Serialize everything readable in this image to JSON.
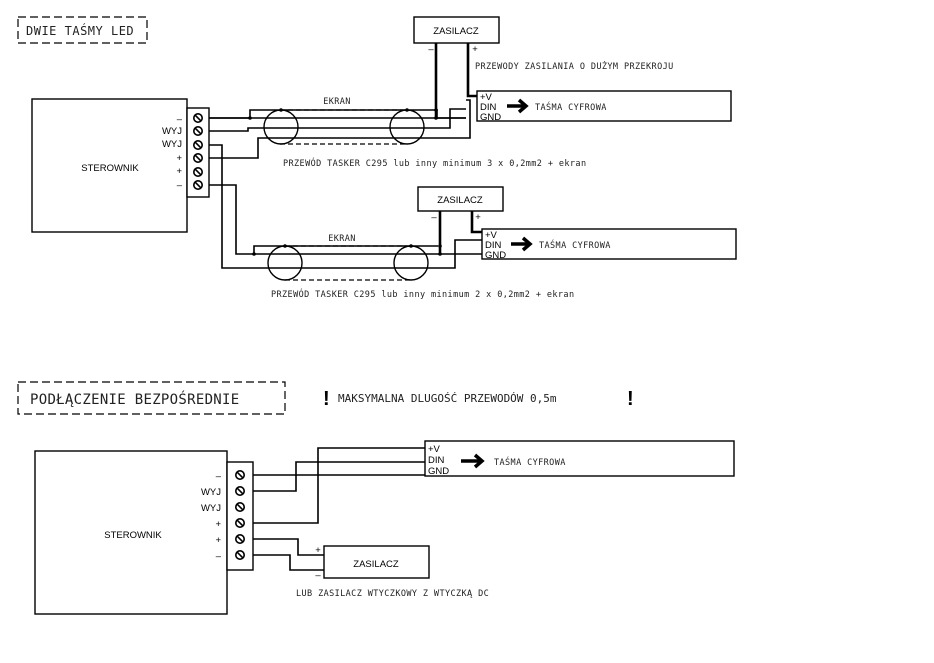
{
  "section1": {
    "title": "DWIE TAŚMY LED",
    "controller": {
      "label": "STEROWNIK",
      "terminals": [
        "–",
        "WYJ",
        "WYJ",
        "+",
        "+",
        "–"
      ]
    },
    "strip1": {
      "pins": [
        "+V",
        "DIN",
        "GND"
      ],
      "label": "TAŚMA CYFROWA",
      "psu_label": "ZASILACZ",
      "psu_minus": "–",
      "psu_plus": "+",
      "power_note": "PRZEWODY ZASILANIA O DUŻYM PRZEKROJU",
      "shield_label": "EKRAN",
      "cable_note": "PRZEWÓD TASKER C295 lub inny minimum 3 x 0,2mm2 + ekran"
    },
    "strip2": {
      "pins": [
        "+V",
        "DIN",
        "GND"
      ],
      "label": "TAŚMA CYFROWA",
      "psu_label": "ZASILACZ",
      "psu_minus": "–",
      "psu_plus": "+",
      "shield_label": "EKRAN",
      "cable_note": "PRZEWÓD TASKER C295 lub inny minimum 2 x 0,2mm2 + ekran"
    }
  },
  "section2": {
    "title": "PODŁĄCZENIE BEZPOŚREDNIE",
    "warning_mark": "!",
    "warning": "MAKSYMALNA DLUGOŚĆ PRZEWODÓW 0,5m",
    "controller": {
      "label": "STEROWNIK",
      "terminals": [
        "–",
        "WYJ",
        "WYJ",
        "+",
        "+",
        "–"
      ]
    },
    "strip": {
      "pins": [
        "+V",
        "DIN",
        "GND"
      ],
      "label": "TAŚMA CYFROWA"
    },
    "psu": {
      "label": "ZASILACZ",
      "plus": "+",
      "minus": "–",
      "note": "LUB ZASILACZ WTYCZKOWY Z WTYCZKĄ DC"
    }
  }
}
